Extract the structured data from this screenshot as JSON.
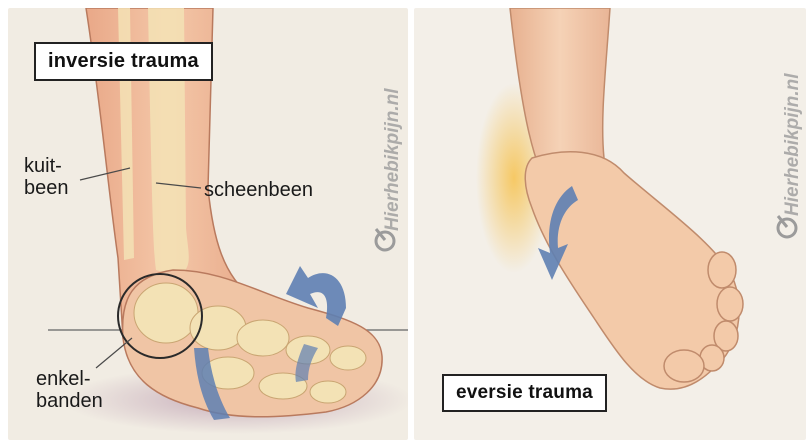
{
  "left_panel": {
    "title": "inversie trauma",
    "labels": {
      "kuit_line1": "kuit-",
      "kuit_line2": "been",
      "scheen": "scheenbeen",
      "enkel_line1": "enkel-",
      "enkel_line2": "banden"
    },
    "watermark": "Hierhebikpijn.nl"
  },
  "right_panel": {
    "title": "eversie trauma",
    "watermark": "Hierhebikpijn.nl"
  },
  "colors": {
    "skin": "#f1c9a8",
    "bone": "#f3e2b5",
    "arrow": "#5e7fb2",
    "inflammation": "#f6c456",
    "background": "#f1ece3"
  }
}
